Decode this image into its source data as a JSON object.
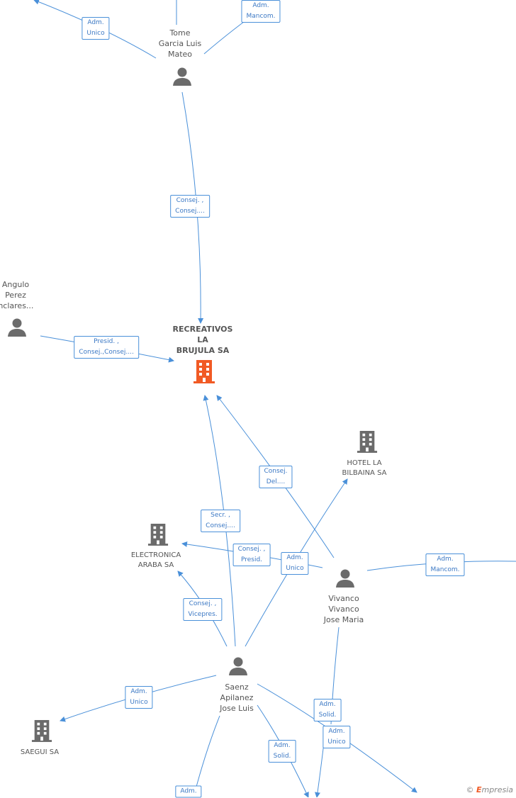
{
  "nodes": [
    {
      "id": "tome",
      "label_lines": [
        "Tome",
        "Garcia Luis",
        "Mateo"
      ],
      "type": "person"
    },
    {
      "id": "angulo",
      "label_lines": [
        "Angulo",
        "Perez",
        "anclares..."
      ],
      "type": "person"
    },
    {
      "id": "recreativos",
      "label_lines": [
        "RECREATIVOS",
        "LA",
        "BRUJULA SA"
      ],
      "type": "company-main"
    },
    {
      "id": "hotel",
      "label_lines": [
        "HOTEL LA",
        "BILBAINA SA"
      ],
      "type": "company"
    },
    {
      "id": "electronica",
      "label_lines": [
        "ELECTRONICA",
        "ARABA SA"
      ],
      "type": "company"
    },
    {
      "id": "vivanco",
      "label_lines": [
        "Vivanco",
        "Vivanco",
        "Jose Maria"
      ],
      "type": "person"
    },
    {
      "id": "saenz",
      "label_lines": [
        "Saenz",
        "Apilanez",
        "Jose Luis"
      ],
      "type": "person"
    },
    {
      "id": "saegui",
      "label_lines": [
        "SAEGUI SA"
      ],
      "type": "company"
    }
  ],
  "edge_labels": [
    {
      "id": "e1",
      "lines": [
        "Adm.",
        "Unico"
      ]
    },
    {
      "id": "e2",
      "lines": [
        "Adm.",
        "Mancom."
      ]
    },
    {
      "id": "e3",
      "lines": [
        "Consej. ,",
        "Consej...."
      ]
    },
    {
      "id": "e4",
      "lines": [
        "Presid. ,",
        "Consej.,Consej...."
      ]
    },
    {
      "id": "e5",
      "lines": [
        "Consej.",
        "Del...."
      ]
    },
    {
      "id": "e6",
      "lines": [
        "Secr. ,",
        "Consej...."
      ]
    },
    {
      "id": "e7",
      "lines": [
        "Consej. ,",
        "Presid."
      ]
    },
    {
      "id": "e8",
      "lines": [
        "Adm.",
        "Unico"
      ]
    },
    {
      "id": "e9",
      "lines": [
        "Adm.",
        "Mancom."
      ]
    },
    {
      "id": "e10",
      "lines": [
        "Consej. ,",
        "Vicepres."
      ]
    },
    {
      "id": "e11",
      "lines": [
        "Adm.",
        "Unico"
      ]
    },
    {
      "id": "e12",
      "lines": [
        "Adm.",
        "Solid."
      ]
    },
    {
      "id": "e13",
      "lines": [
        "Adm.",
        "Unico"
      ]
    },
    {
      "id": "e14",
      "lines": [
        "Adm.",
        "Solid."
      ]
    },
    {
      "id": "e15",
      "lines": [
        "Adm."
      ]
    }
  ],
  "brand": {
    "copyright": "©",
    "initial": "E",
    "name": "mpresia"
  },
  "colors": {
    "edge": "#4a90d9",
    "person": "#6b6b6b",
    "company": "#6b6b6b",
    "main_company": "#f15a24"
  }
}
